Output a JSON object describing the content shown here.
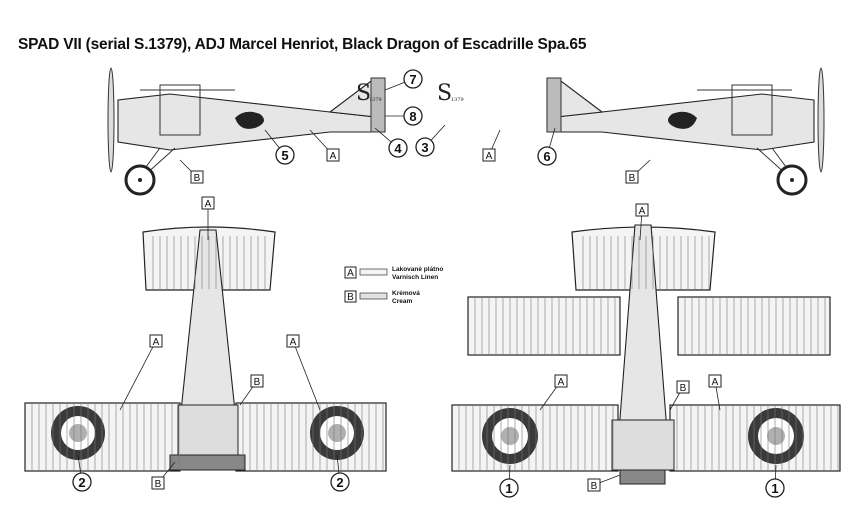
{
  "title": "SPAD VII (serial S.1379), ADJ Marcel Henriot, Black Dragon of Escadrille Spa.65",
  "legend": [
    {
      "key": "A",
      "line1": "Lakované plátno",
      "line2": "Varnisch Linen"
    },
    {
      "key": "B",
      "line1": "Krémová",
      "line2": "Cream"
    }
  ],
  "tail_marking": {
    "letter": "S",
    "number": "1379"
  },
  "callouts": {
    "side_left": [
      "5",
      "A",
      "4",
      "B"
    ],
    "side_center": [
      "7",
      "8",
      "3"
    ],
    "side_right": [
      "A",
      "6",
      "B"
    ],
    "top_left": [
      "A",
      "A",
      "A",
      "B",
      "2",
      "2",
      "B"
    ],
    "top_right": [
      "A",
      "A",
      "B",
      "A",
      "1",
      "1",
      "B"
    ]
  },
  "colors": {
    "roundel_outer": "#3a3a3a",
    "roundel_mid": "#ffffff",
    "roundel_center": "#b0b0b0"
  }
}
